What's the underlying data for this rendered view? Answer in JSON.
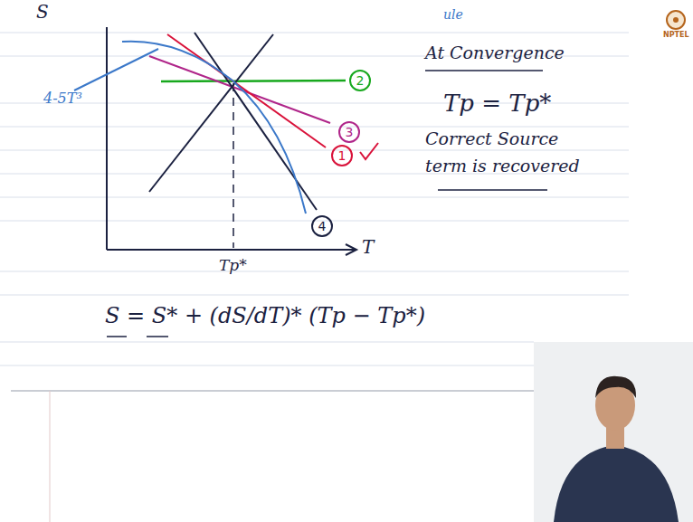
{
  "diagram": {
    "nodes": [
      {
        "text": [
          "2"
        ]
      },
      {
        "text": [
          "3"
        ]
      },
      {
        "text": [
          "1"
        ]
      },
      {
        "text": [
          "4"
        ]
      }
    ],
    "labels": [
      "ule",
      "S",
      "4-5T³",
      "At Convergence",
      "Tp = Tp*",
      "Correct Source term is recovered",
      "T",
      "Tp*",
      "S = S* + (dS/dT)* (Tp − Tp*)",
      "NPTEL"
    ]
  }
}
